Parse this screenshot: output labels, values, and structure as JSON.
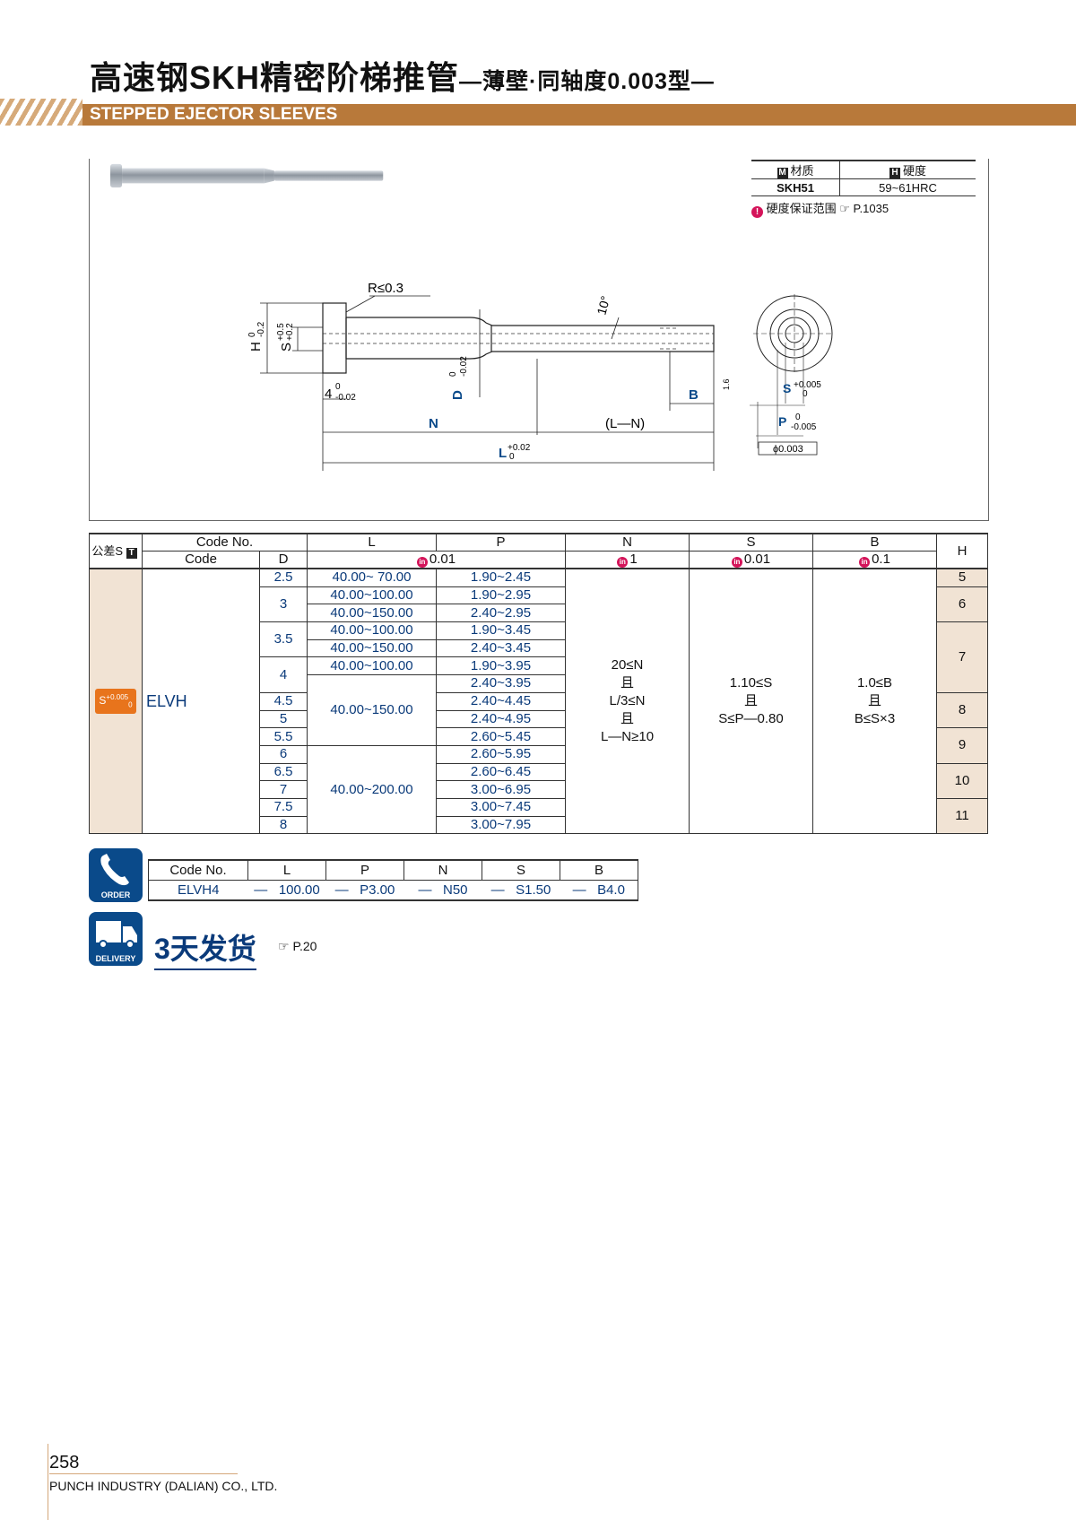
{
  "title": {
    "main": "高速钢SKH精密阶梯推管",
    "sub": "—薄壁·同轴度0.003型—"
  },
  "band": {
    "text": "STEPPED EJECTOR SLEEVES"
  },
  "material": {
    "mat_label": "材质",
    "mat_letter": "M",
    "hard_label": "硬度",
    "hard_letter": "H",
    "mat_value": "SKH51",
    "hard_value": "59~61HRC",
    "note": "硬度保证范围",
    "note_ref": "P.1035"
  },
  "drawing": {
    "r": "R≤0.3",
    "angle": "10°",
    "h": "H",
    "h_tol_top": "0",
    "h_tol_bot": "-0.2",
    "s": "S",
    "s_tol_top": "+0.5",
    "s_tol_bot": "+0.2",
    "four": "4",
    "four_tol_top": "0",
    "four_tol_bot": "-0.02",
    "d": "D",
    "d_tol_top": "0",
    "d_tol_bot": "-0.02",
    "b": "B",
    "n": "N",
    "ln": "(L—N)",
    "l": "L",
    "l_tol_top": "+0.02",
    "l_tol_bot": "0",
    "rough": "1.6",
    "s2": "S",
    "s2_tol_top": "+0.005",
    "s2_tol_bot": "0",
    "p": "P",
    "p_tol_top": "0",
    "p_tol_bot": "-0.005",
    "coax": "ϕ0.003"
  },
  "spec": {
    "h_tol": "公差S",
    "h_tol_letter": "T",
    "h_codeno": "Code No.",
    "h_code": "Code",
    "h_d": "D",
    "h_l": "L",
    "h_p": "P",
    "h_n": "N",
    "h_s": "S",
    "h_b": "B",
    "h_h": "H",
    "unit_lp": "0.01",
    "unit_n": "1",
    "unit_s": "0.01",
    "unit_b": "0.1",
    "tol_badge": "S",
    "tol_badge_sup": "+0.005",
    "tol_badge_sub": "0",
    "code": "ELVH",
    "n_rule": [
      "20≤N",
      "且",
      "L/3≤N",
      "且",
      "L—N≥10"
    ],
    "s_rule": [
      "1.10≤S",
      "且",
      "S≤P—0.80"
    ],
    "b_rule": [
      "1.0≤B",
      "且",
      "B≤S×3"
    ],
    "d": [
      "2.5",
      "3",
      "3.5",
      "4",
      "4.5",
      "5",
      "5.5",
      "6",
      "6.5",
      "7",
      "7.5",
      "8"
    ],
    "l": [
      "40.00~ 70.00",
      "40.00~100.00",
      "40.00~150.00",
      "40.00~100.00",
      "40.00~150.00",
      "40.00~100.00",
      "40.00~150.00",
      "40.00~200.00"
    ],
    "p": [
      "1.90~2.45",
      "1.90~2.95",
      "2.40~2.95",
      "1.90~3.45",
      "2.40~3.45",
      "1.90~3.95",
      "2.40~3.95",
      "2.40~4.45",
      "2.40~4.95",
      "2.60~5.45",
      "2.60~5.95",
      "2.60~6.45",
      "3.00~6.95",
      "3.00~7.45",
      "3.00~7.95"
    ],
    "h": [
      "5",
      "6",
      "7",
      "8",
      "9",
      "10",
      "11"
    ]
  },
  "order": {
    "icon_label": "ORDER",
    "headers": [
      "Code No.",
      "L",
      "P",
      "N",
      "S",
      "B"
    ],
    "values": [
      "ELVH4",
      "100.00",
      "P3.00",
      "N50",
      "S1.50",
      "B4.0"
    ],
    "dash": "—"
  },
  "delivery": {
    "icon_label": "DELIVERY",
    "text": "3天发货",
    "ref": "P.20"
  },
  "footer": {
    "page": "258",
    "company": "PUNCH INDUSTRY (DALIAN) CO., LTD."
  }
}
